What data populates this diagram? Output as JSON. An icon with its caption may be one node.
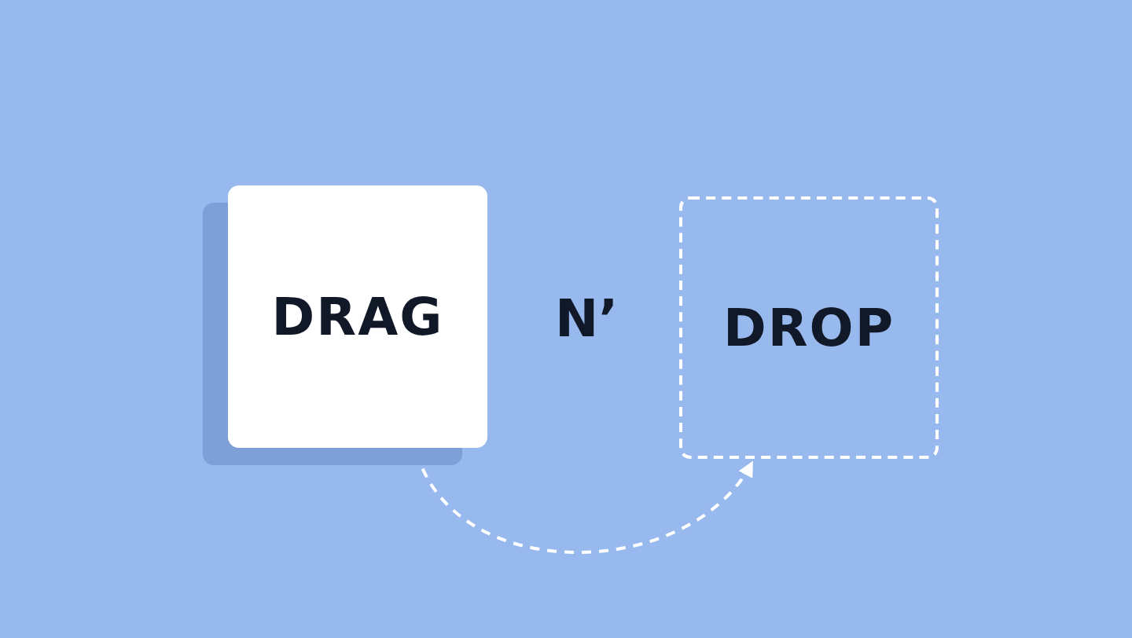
{
  "diagram": {
    "nodes": [
      {
        "text": [
          "DRAG"
        ]
      },
      {
        "text": [
          "DROP"
        ]
      }
    ],
    "edges": [
      {
        "from": 0,
        "to": 1,
        "arrow": "to",
        "style": "dashed"
      }
    ],
    "labels": [
      "N’"
    ]
  }
}
